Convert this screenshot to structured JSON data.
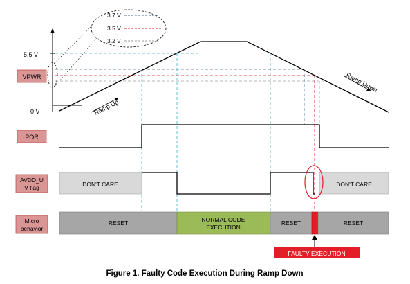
{
  "labels": {
    "v55": "5.5 V",
    "v0": "0 V",
    "vpwr": "VPWR",
    "por": "POR",
    "avdd_1": "AVDD_U",
    "avdd_2": "V flag",
    "micro_1": "Micro",
    "micro_2": "behavior"
  },
  "legend": [
    {
      "label": "3.7 V",
      "color": "#4a6b8a"
    },
    {
      "label": "3.5 V",
      "color": "#e0202a"
    },
    {
      "label": "3.2 V",
      "color": "#9aa0a6"
    }
  ],
  "annotations": {
    "ramp_up": "Ramp Up",
    "ramp_down": "Ramp Down"
  },
  "blocks": {
    "dont_care": "DON'T CARE",
    "reset": "RESET",
    "normal_1": "NORMAL CODE",
    "normal_2": "EXECUTION",
    "faulty": "FAULTY EXECUTION"
  },
  "caption": "Figure 1. Faulty Code Execution During Ramp Down",
  "colors": {
    "label_bg": "#d99694",
    "label_border": "#c0504d",
    "grey_block": "#a6a6a6",
    "light_grey_block": "#d9d9d9",
    "green_block": "#9bbb59",
    "red": "#e41e26",
    "teal": "#4bacc6"
  }
}
